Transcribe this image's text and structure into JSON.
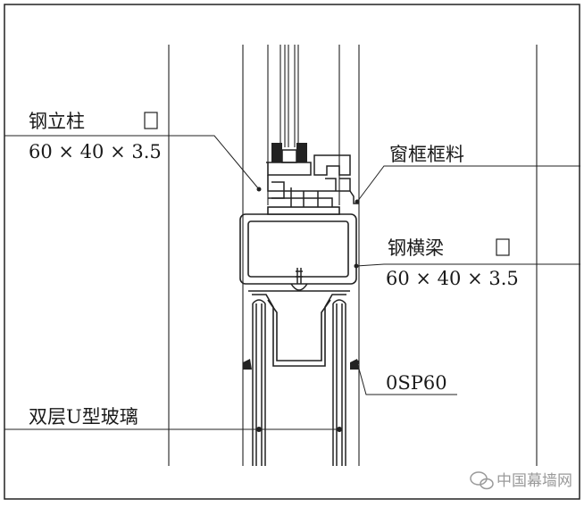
{
  "labels": {
    "steel_column": "钢立柱 ",
    "steel_column_size": "60 × 40 × 3.5",
    "window_frame": "窗框框料",
    "steel_beam": "钢横梁 ",
    "steel_beam_size": "60 × 40 × 3.5",
    "profile_code": "0SP60",
    "u_glass": "双层U型玻璃"
  },
  "watermark": {
    "text": "中国幕墙网",
    "icon": "wechat-icon"
  }
}
